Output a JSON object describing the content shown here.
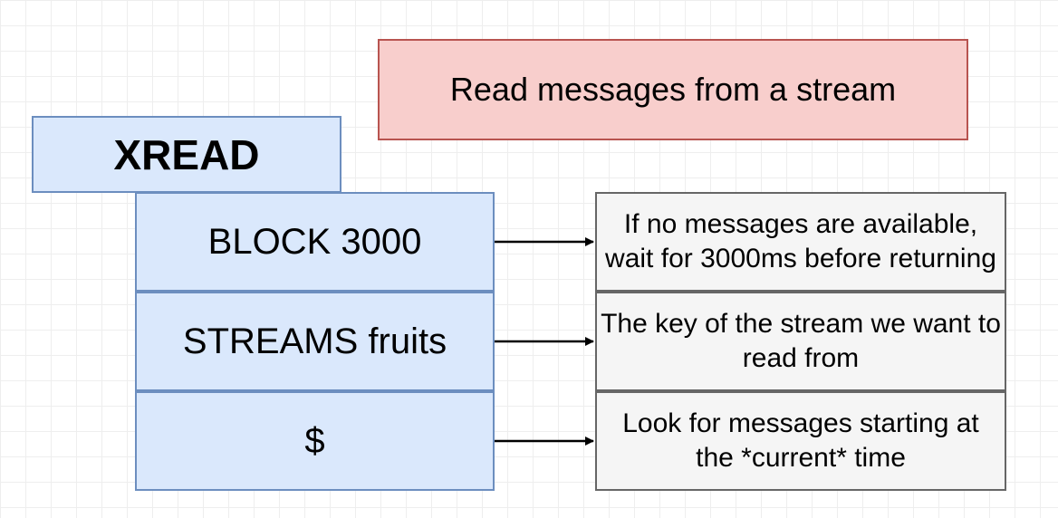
{
  "header": {
    "description": "Read messages from a stream"
  },
  "command": {
    "name": "XREAD"
  },
  "arguments": [
    {
      "label": "BLOCK 3000",
      "description": "If no messages are available, wait for 3000ms before returning"
    },
    {
      "label": "STREAMS fruits",
      "description": "The key of the stream we want to read from"
    },
    {
      "label": "$",
      "description": "Look for messages starting at the *current* time"
    }
  ],
  "colors": {
    "title_fill": "#f8cecc",
    "title_stroke": "#b85450",
    "command_fill": "#dae8fc",
    "command_stroke": "#6c8ebf",
    "note_fill": "#f5f5f5",
    "note_stroke": "#666666"
  }
}
